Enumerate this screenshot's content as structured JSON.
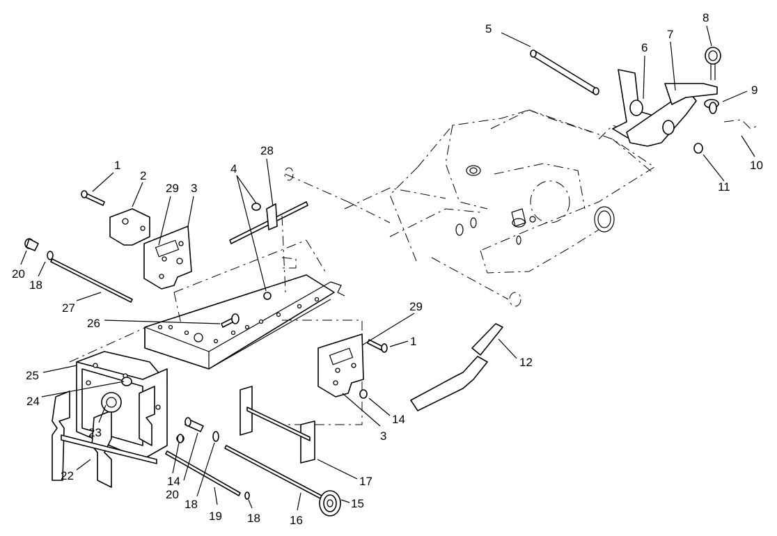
{
  "diagram": {
    "callouts": [
      {
        "id": "c1a",
        "text": "1"
      },
      {
        "id": "c2",
        "text": "2"
      },
      {
        "id": "c29a",
        "text": "29"
      },
      {
        "id": "c3a",
        "text": "3"
      },
      {
        "id": "c4",
        "text": "4"
      },
      {
        "id": "c28",
        "text": "28"
      },
      {
        "id": "c5",
        "text": "5"
      },
      {
        "id": "c6",
        "text": "6"
      },
      {
        "id": "c7",
        "text": "7"
      },
      {
        "id": "c8",
        "text": "8"
      },
      {
        "id": "c9",
        "text": "9"
      },
      {
        "id": "c10",
        "text": "10"
      },
      {
        "id": "c11",
        "text": "11"
      },
      {
        "id": "c20a",
        "text": "20"
      },
      {
        "id": "c18a",
        "text": "18"
      },
      {
        "id": "c27",
        "text": "27"
      },
      {
        "id": "c26",
        "text": "26"
      },
      {
        "id": "c25",
        "text": "25"
      },
      {
        "id": "c24",
        "text": "24"
      },
      {
        "id": "c23",
        "text": "23"
      },
      {
        "id": "c22",
        "text": "22"
      },
      {
        "id": "c14a",
        "text": "14"
      },
      {
        "id": "c20b",
        "text": "20"
      },
      {
        "id": "c18b",
        "text": "18"
      },
      {
        "id": "c19",
        "text": "19"
      },
      {
        "id": "c18c",
        "text": "18"
      },
      {
        "id": "c16",
        "text": "16"
      },
      {
        "id": "c15",
        "text": "15"
      },
      {
        "id": "c17",
        "text": "17"
      },
      {
        "id": "c3b",
        "text": "3"
      },
      {
        "id": "c14b",
        "text": "14"
      },
      {
        "id": "c29b",
        "text": "29"
      },
      {
        "id": "c1b",
        "text": "1"
      },
      {
        "id": "c12",
        "text": "12"
      }
    ]
  }
}
